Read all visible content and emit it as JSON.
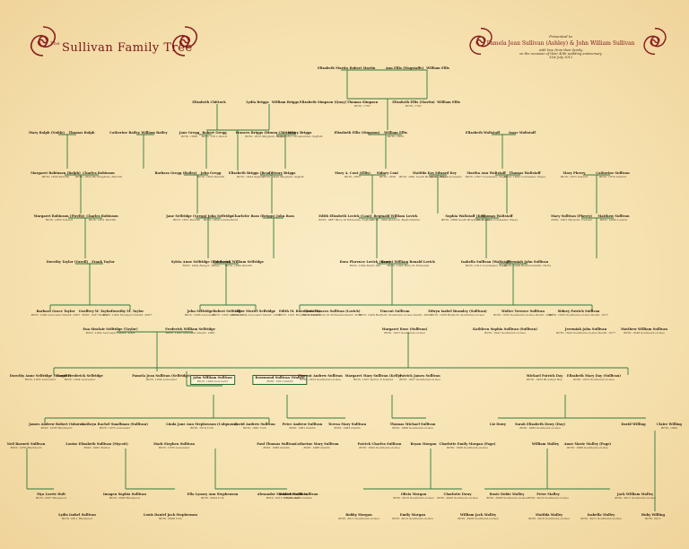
{
  "title": {
    "the": "The",
    "main": "Sullivan Family Tree"
  },
  "dedication": {
    "presented": "Presented to",
    "couple": "Pamela Jean Sullivan (Ashley) & John William Sullivan",
    "line1": "with love from their family",
    "line2": "on the occasion of their 40th wedding anniversary",
    "date": "31st July 2012"
  },
  "people": [
    {
      "name": "Elizabeth Martin",
      "dates": ""
    },
    {
      "name": "Robert Martin",
      "dates": ""
    },
    {
      "name": "Ann Ellis (Wagstaffe)",
      "dates": ""
    },
    {
      "name": "William Ellis",
      "dates": ""
    },
    {
      "name": "Elizabeth Chittock",
      "dates": ""
    },
    {
      "name": "Lydia Briggs",
      "dates": ""
    },
    {
      "name": "William Briggs",
      "dates": ""
    },
    {
      "name": "Elizabeth Simpson (Quay)",
      "dates": ""
    },
    {
      "name": "Thomas Simpson",
      "dates": "Birth: 1797"
    },
    {
      "name": "Elizabeth Ellis (Martin)",
      "dates": "Birth: 1791"
    },
    {
      "name": "William Ellis",
      "dates": ""
    },
    {
      "name": "Mary Ralph (Noble)",
      "dates": ""
    },
    {
      "name": "Thomas Ralph",
      "dates": ""
    },
    {
      "name": "Catherine Bailey",
      "dates": ""
    },
    {
      "name": "William Bailey",
      "dates": ""
    },
    {
      "name": "Jane Gregg",
      "dates": "Birth: 1809"
    },
    {
      "name": "Robert Gregg",
      "dates": "Birth: 1811 Devon"
    },
    {
      "name": "Frances Briggs (Dimon Chittock)",
      "dates": "Birth: 1815 Mayfield, Suffolk"
    },
    {
      "name": "Henry Briggs",
      "dates": "Birth: 1811 Stowmarket, Suffolk"
    },
    {
      "name": "Elizabeth Ellis (Simpson)",
      "dates": ""
    },
    {
      "name": "William Ellis",
      "dates": "Birth: 1833"
    },
    {
      "name": "Elizabeth Waltstaff",
      "dates": ""
    },
    {
      "name": "Isaac Waltstaff",
      "dates": ""
    },
    {
      "name": "Margaret Robinson (Ralph)",
      "dates": "Birth: 1829 Penrith"
    },
    {
      "name": "Charles Robinson",
      "dates": "Birth: 1823 Birmingham, Penrith"
    },
    {
      "name": "Barbara Gregg (Bailey)",
      "dates": ""
    },
    {
      "name": "John Gregg",
      "dates": "Birth: 1833 Penrith"
    },
    {
      "name": "Elizabeth Briggs (Read)",
      "dates": "Birth: 1844 Suffolk"
    },
    {
      "name": "Henry Briggs",
      "dates": "Birth: 1843 Mayfield, Suffolk"
    },
    {
      "name": "Mary A. Cant (Ellis)",
      "dates": "Birth: 1857"
    },
    {
      "name": "Sidney Cant",
      "dates": "Birth: 1856"
    },
    {
      "name": "Matilda Key",
      "dates": "Birth: 1861 South Bradford, Essex"
    },
    {
      "name": "Edward Key",
      "dates": "Birth: 1864 Colchester"
    },
    {
      "name": "Martha Ann Waltstaff",
      "dates": "Birth: 1867 Colchester, Essex"
    },
    {
      "name": "Thomas Waltstaff",
      "dates": "Birth: 1862 Colchester, Essex"
    },
    {
      "name": "Mary Pherry",
      "dates": "Birth: 1873 Ireland"
    },
    {
      "name": "Catherine Sullivan",
      "dates": "Birth: 1870 Ireland"
    },
    {
      "name": "Margaret Robinson (Pirelly)",
      "dates": "Birth: 1853 Ireland"
    },
    {
      "name": "Charles Robinson",
      "dates": "Birth: 1851 Penrith"
    },
    {
      "name": "Jane Selfridge (Gregg)",
      "dates": "Birth: 1857 Penrith"
    },
    {
      "name": "John Selfridge",
      "dates": "Birth: 1859 Cumberland"
    },
    {
      "name": "Charlotte Bass (Briggs)",
      "dates": ""
    },
    {
      "name": "John Bass",
      "dates": ""
    },
    {
      "name": "Edith Elizabeth Lovick (Cant)",
      "dates": "Birth: 1887 Bury St Edmunds, Suffolk"
    },
    {
      "name": "Reginald William Lovick",
      "dates": "Birth: 1884 Baldock, Bedfordshire"
    },
    {
      "name": "Sophia Waltstaff (Key)",
      "dates": "Birth: 1889 South Bradford, Essex"
    },
    {
      "name": "Thomas Waltstaff",
      "dates": "Birth: 1890 Colchester, Essex"
    },
    {
      "name": "Mary Sullivan (Pherry)",
      "dates": "Birth: 1901 Wexford, Ireland"
    },
    {
      "name": "Matthew Sullivan",
      "dates": "Birth: 1896 London"
    },
    {
      "name": "Dorothy Taylor (Orrell)",
      "dates": ""
    },
    {
      "name": "Frank Taylor",
      "dates": ""
    },
    {
      "name": "Sylvia Anne Selfridge (Robinson)",
      "dates": "Birth: 1904 Bangor, Wales"
    },
    {
      "name": "Frederick William Selfridge",
      "dates": "Birth: 1904 Penrith"
    },
    {
      "name": "Dora Florence Lovick (Bass)",
      "dates": "Birth: 1904 Burnt Ash"
    },
    {
      "name": "Ernest William Ronald Lovick",
      "dates": "Birth: 1905 Bury St Edmunds"
    },
    {
      "name": "Isabella Sullivan (Waltstaff)",
      "dates": "Birth: 1912 Colchester, Essex"
    },
    {
      "name": "Jeremiah John Sullivan",
      "dates": "Birth: 1908 Hammersmith, Herts"
    },
    {
      "name": "Barbara Grace Taylor",
      "dates": "Birth: 1930 Lancaster Death: 2007"
    },
    {
      "name": "Geoffrey W. Taylor",
      "dates": "Birth: 1937 Bolton"
    },
    {
      "name": "Dorothy M. Taylor",
      "dates": "Birth: 1934 Stockport Death: 2007"
    },
    {
      "name": "John Selfridge",
      "dates": "Birth: 1928 Lancaster"
    },
    {
      "name": "Robert Selfridge",
      "dates": "Birth: 1932 Lancaster"
    },
    {
      "name": "Alice Muriel Selfridge",
      "dates": "Birth: 1934 Lancaster Death: 1939"
    },
    {
      "name": "Edith M. Baer (Lovick)",
      "dates": "Birth: 1931 Bury St Edmunds"
    },
    {
      "name": "Doris Frances Sullivan (Lovick)",
      "dates": "Birth: 1928 Bury St Edmunds Death: 2012"
    },
    {
      "name": "Vincent Sullivan",
      "dates": "Birth: 1926 Bedford, Southend-on-Sea Death: 2004"
    },
    {
      "name": "Edwyn Isabel Bramley (Sullivan)",
      "dates": "Birth: 1939 Bedford, Southend-on-Sea"
    },
    {
      "name": "Walter Terence Sullivan",
      "dates": "Birth: 1932 Southend-on-Sea Death: 1993"
    },
    {
      "name": "Sidney Patrick Sullivan",
      "dates": "Birth: 1935 Southend-on-Sea Death: 1977"
    },
    {
      "name": "Ena Sinclair Selfridge (Taylor)",
      "dates": "Birth: 1934 Lancaster Death: 2009"
    },
    {
      "name": "Frederick William Selfridge",
      "dates": "Birth: 1930 Lancaster Death: 1992"
    },
    {
      "name": "Margaret Rose (Sullivan)",
      "dates": "Birth: 1937 Southend-on-Sea"
    },
    {
      "name": "Kathleen Sophia Sullivan (Sullivan)",
      "dates": "Birth: 1941 Southend-on-Sea"
    },
    {
      "name": "Jeremiah John Sullivan",
      "dates": "Birth: 1943 Southend-on-Sea Death: 1977"
    },
    {
      "name": "Matthew William Sullivan",
      "dates": "Birth: 1948 Southend-on-Sea"
    },
    {
      "name": "Dorothy Anne Selfridge (Wragett)",
      "dates": "Birth: 1955 Lancaster"
    },
    {
      "name": "David Frederick Selfridge",
      "dates": "Birth: 1954 Lancaster"
    },
    {
      "name": "Pamela Jean Sullivan (Selfridge)",
      "dates": "Birth: 1954 Lancaster"
    },
    {
      "name": "John William Sullivan",
      "dates": "Birth: 1949 Lancaster"
    },
    {
      "name": "Rosemond Sullivan (Walsh)",
      "dates": "Birth: 1951 Dublin"
    },
    {
      "name": "Vincent Andrew Sullivan",
      "dates": "Birth: 1952 Southend-on-Sea"
    },
    {
      "name": "Margaret Mary Sullivan (Kelly)",
      "dates": "Birth: 1957 Derry, N Ireland"
    },
    {
      "name": "Patrick James Sullivan",
      "dates": "Birth: 1957 Southend-on-Sea"
    },
    {
      "name": "Michael Patrick Day",
      "dates": "Birth: 1953 Brooklyn Bay"
    },
    {
      "name": "Elizabeth Mary Day (Sullivan)",
      "dates": "Birth: 1955 Southend-on-Sea"
    },
    {
      "name": "James Andrew Robert Osborne",
      "dates": "Birth: 1978 Blackburn"
    },
    {
      "name": "Kathryn Rachel Smallman (Sullivan)",
      "dates": "Birth: 1975 Lancaster"
    },
    {
      "name": "Linda Jane Ann Stephenson (Colquoun)",
      "dates": "Birth: 1974 York"
    },
    {
      "name": "David Andrew Sullivan",
      "dates": "Birth: 1981 York"
    },
    {
      "name": "Peter Andrew Sullivan",
      "dates": "Birth: 1981 Dublin"
    },
    {
      "name": "Teresa Mary Sullivan",
      "dates": "Birth: 1983 Dublin"
    },
    {
      "name": "Thomas Michael Sullivan",
      "dates": "Birth: 1989 Southend-on-Sea"
    },
    {
      "name": "Liz Dowy",
      "dates": ""
    },
    {
      "name": "Sarah Elizabeth Dowy (Day)",
      "dates": "Birth: 1982 Southend-on-Sea"
    },
    {
      "name": "David Willing",
      "dates": ""
    },
    {
      "name": "Claire Willing",
      "dates": "Birth: 1984"
    },
    {
      "name": "Neil Barnett Sullivan",
      "dates": "Birth: 1979 Blackburn"
    },
    {
      "name": "Louise Elizabeth Sullivan (Mycott)",
      "dates": "Birth: 1981 Bolton"
    },
    {
      "name": "Mark Stephen Sullivan",
      "dates": "Birth: 1979 Lancaster"
    },
    {
      "name": "Paul Thomas Sullivan",
      "dates": "Birth: 1986 Dublin"
    },
    {
      "name": "Catherine Mary Sullivan",
      "dates": "Birth: 1988 Dublin"
    },
    {
      "name": "Patrick Charles Sullivan",
      "dates": "Birth: 1992 Southend-on-Sea"
    },
    {
      "name": "Bryan Morgan",
      "dates": ""
    },
    {
      "name": "Charlotte Emily Morgan (Page)",
      "dates": "Birth: 1990 Southend-on-Sea"
    },
    {
      "name": "William Malley",
      "dates": ""
    },
    {
      "name": "Anne Marie Malley (Page)",
      "dates": "Birth: 1986 Southend-on-Sea"
    },
    {
      "name": "Mya Lorrie Holt",
      "dates": "Birth: 2007 Blackpool"
    },
    {
      "name": "Imogen Sophia Sullivan",
      "dates": "Birth: 2009 Blackpool"
    },
    {
      "name": "Ella Lynsey Ann Stephenson",
      "dates": "Birth: 2004 York"
    },
    {
      "name": "Alexander Matthew Sullivan",
      "dates": "Birth: 2010 Winchester"
    },
    {
      "name": "Daniel David Sullivan",
      "dates": "Birth: 2009 Dublin"
    },
    {
      "name": "Olivia Morgan",
      "dates": "Birth: 2010 Southend-on-Sea"
    },
    {
      "name": "Charlotte Dowy",
      "dates": "Birth: 2006 Southend-on-Sea"
    },
    {
      "name": "Rosie Dobie Malley",
      "dates": "Birth: 2008 Southend-on-Sea"
    },
    {
      "name": "Peter Malley",
      "dates": "Birth: 2010 Southend-on-Sea"
    },
    {
      "name": "Jack William Malley",
      "dates": "Birth: 2011 Southend-on-Sea"
    },
    {
      "name": "Lydia Isobel Sullivan",
      "dates": "Birth: 2011 Blackpool"
    },
    {
      "name": "Louis Daniel Jack Stephenson",
      "dates": "Birth: 2006 York"
    },
    {
      "name": "Bobby Morgan",
      "dates": "Birth: 2011 Southend-on-Sea"
    },
    {
      "name": "Emily Morgan",
      "dates": "Birth: 2012 Southend-on-Sea"
    },
    {
      "name": "William Jack Malley",
      "dates": "Birth: 2008 Southend-on-Sea"
    },
    {
      "name": "Matilda Malley",
      "dates": "Birth: 2010 Southend-on-Sea"
    },
    {
      "name": "Isabella Malley",
      "dates": "Birth: 2011 Southend-on-Sea"
    },
    {
      "name": "Ruby Willing",
      "dates": "Birth: 2011"
    }
  ],
  "colors": {
    "line": "#2f7a3c",
    "title": "#7a1418",
    "scroll": "#8a1c1f"
  }
}
